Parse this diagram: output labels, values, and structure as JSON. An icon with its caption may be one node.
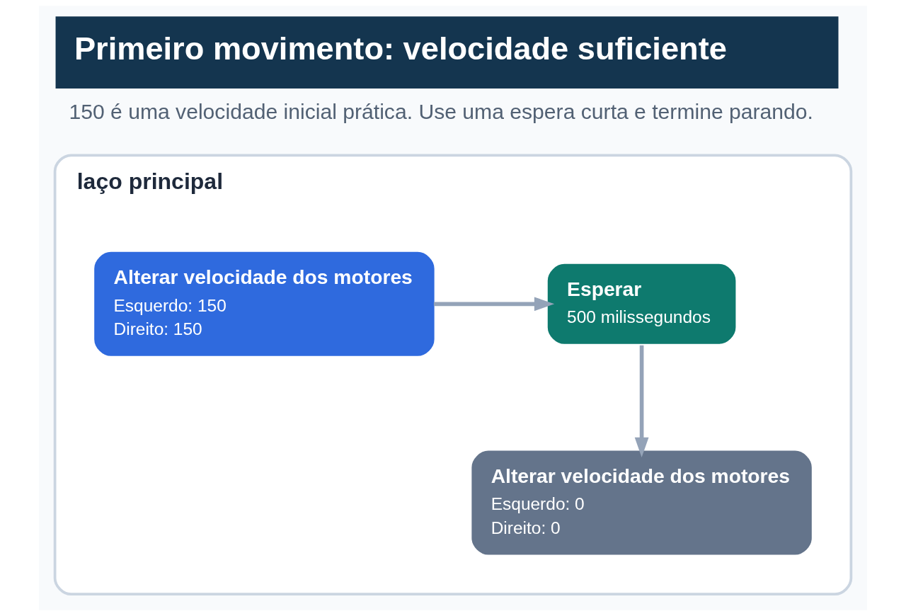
{
  "diagram": {
    "title": "Primeiro movimento: velocidade suficiente",
    "caption": "150 é uma velocidade inicial prática. Use uma espera curta e termine parando.",
    "nodes": [
      {
        "text": [
          "laço principal"
        ]
      },
      {
        "text": [
          "Alterar velocidade dos motores",
          "Esquerdo: 150",
          "Direito: 150"
        ],
        "in": 0
      },
      {
        "text": [
          "Esperar",
          "500 milissegundos"
        ],
        "in": 0
      },
      {
        "text": [
          "Alterar velocidade dos motores",
          "Esquerdo: 0",
          "Direito: 0"
        ],
        "in": 0
      }
    ],
    "edges": [
      {
        "from": 1,
        "to": 2,
        "arrow": "to"
      },
      {
        "from": 2,
        "to": 3,
        "arrow": "to"
      }
    ]
  }
}
